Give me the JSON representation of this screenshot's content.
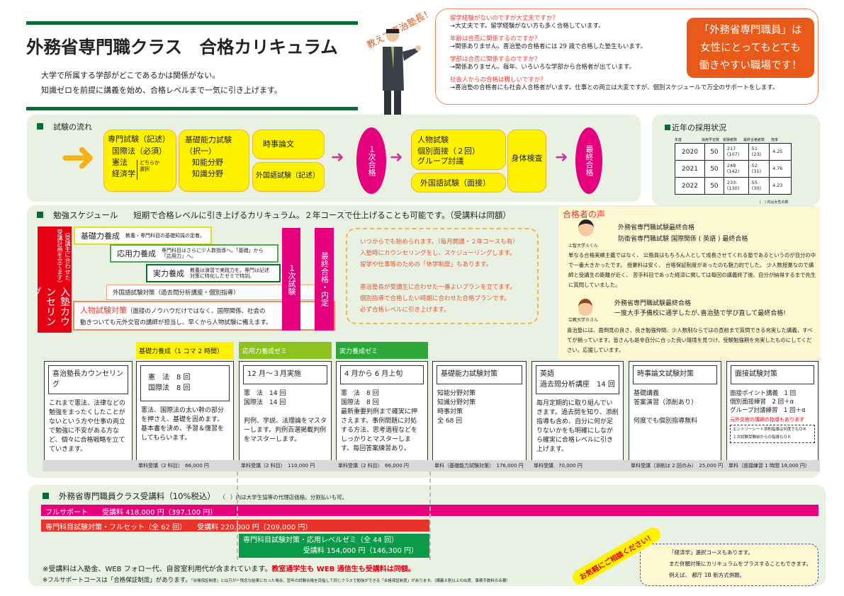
{
  "header": {
    "title": "外務省専門職クラス　合格カリキュラム",
    "lines": [
      "大学で所属する学部がどこであるかは関係がない。",
      "知識ゼロを前提に講義を始め、合格レベルまで一気に引き上げます。"
    ],
    "callout": "教えて喜治塾長！"
  },
  "faq": [
    {
      "q": "留学経験がないのですが大丈夫ですか？",
      "a": "→大丈夫です。留学経験がない方も多く合格しています。"
    },
    {
      "q": "年齢は合否に関係するのですか？",
      "a": "→関係ありません。喜治塾の合格者には 29 歳で合格した塾生もいます。"
    },
    {
      "q": "学部は合否に関係するのですか？",
      "a": "→関係ありません。毎年、いろいろな学部から合格者が出ています。"
    },
    {
      "q": "社会人からの合格は難しいですか？",
      "a": "→喜治塾の合格者にも社会人合格者がいます。仕事との両立は大変ですが、個別スケジュールで万全のサポートをします。"
    }
  ],
  "promo": [
    "「外務省専門職員」は",
    "女性にとってもとても",
    "働きやすい職場です！"
  ],
  "flow": {
    "title": "試験の流れ",
    "senmon": {
      "title": "専門試験（記述）",
      "l1": "国際法（必須）",
      "l2": "憲法",
      "l3": "経済学",
      "choice1": "どちらか",
      "choice2": "選択"
    },
    "kiso": {
      "title": "基礎能力試験",
      "sub": "（択一）",
      "l1": "知能分野",
      "l2": "知識分野"
    },
    "jiji": "時事論文",
    "gaikoku1": "外国語試験（記述）",
    "first_pass": "１次合格",
    "jinbutsu": {
      "title": "人物試験",
      "l1": "個別面接（２回）",
      "l2": "グループ討議"
    },
    "gaikoku2": "外国語試験（面接）",
    "shintai": "身体検査",
    "final_pass": "最終合格"
  },
  "recruit": {
    "title": "近年の採用状況",
    "headers": [
      "年度",
      "採用予定数",
      "受験者数",
      "最終合格者数",
      "倍率"
    ],
    "rows": [
      [
        "2020",
        "50",
        "217",
        "(107)",
        "51",
        "(23)",
        "4.25"
      ],
      [
        "2021",
        "50",
        "248",
        "(142)",
        "52",
        "(31)",
        "4.76"
      ],
      [
        "2022",
        "50",
        "233",
        "(130)",
        "55",
        "(30)",
        "4.23"
      ]
    ],
    "note": "(　) 内は女性の数"
  },
  "schedule": {
    "title": "勉強スケジュール",
    "subtitle": "短期で合格レベルに引き上げるカリキュラム。２年コースで仕上げることも可能です。（受講料は同額）",
    "counsel": "入塾カウンセリング",
    "counsel_sub": "（受講生に合わせた受講計画を立てます）",
    "kiso": "基礎力養成",
    "kiso_d": "教養・専門科目の基礎知識の定着。",
    "oyo": "応用力養成",
    "oyo_d": "専門科目はさらに少人数指導へ。「基礎」から「応用力」へ。",
    "jitsu": "実力養成",
    "jitsu_d": "教養は演習で実践力を。専門は記述対策に特化したゼミで特訓。",
    "gaikoku": "外国語試験対策（過去問分析講座・個別指導）",
    "jinbutsu": "人物試験対策",
    "jinbutsu_d1": "（面接のノウハウだけではなく、国際関係、社会の",
    "jinbutsu_d2": "動きついても元外交官の講師が担当し、早くから人物試験に備えます。",
    "first": "１次試験",
    "final": "最終合格・内定",
    "note": [
      "いつからでも始められます。（毎月開講・２年コースも有）",
      "入塾時にカウンセリングをし、スケジューリングします。",
      "留学や仕事等のための「休学制度」もあります。",
      "",
      "喜治塾長が受講生に合わせた一番よいプランを立てます。",
      "個別指導で合格したい時期に合わせた合格プランです。",
      "必ず合格レベルに引き上げます。"
    ]
  },
  "voices": {
    "title": "合格者の声",
    "v1": {
      "name": "上智大学Ｓくん",
      "r1": "外務省専門職試験最終合格",
      "r2": "防衛省専門職試験 国際関係 ( 英語 ) 最終合格",
      "text": "単なる合格実績主義ではなく、 公務員はもちろん人として成長させてくれる塾であるというのが自分の中で一番大きかったです。 授業料は安く、 合格保証制度があったのも魅力的でした。 少人数授業なので講師と受講生の距離が近く、 苦手科目であった経済に関しては毎回の講義終了後、自分が納得するまで先生に質問していました。"
    },
    "v2": {
      "name": "立教大学Ｒさん",
      "r1": "外務省専門職試験最終合格",
      "r2": "一度大手予備校に通学したが､喜治塾で学び直して最終合格!",
      "text": "喜治塾には、面倒見の良さ、良き勉強仲間、少人数制ならではの直前まで質問できる充実した講義、すべてが揃っています。皆さんも是非自分に合った良い環境を見つけ、受験勉強期を充実したものにしてください。応援しています。"
    }
  },
  "courses": {
    "band1": "基礎力養成（1 コマ 2 時間）",
    "band2": "応用力養成ゼミ",
    "band3": "実力養成ゼミ",
    "items": [
      {
        "head": "喜治塾長カウンセリング",
        "body": "これまで憲法、法律などの勉強をまったくしたことがないという方や仕事の両立で勉強に不安がある方など、個々に合格戦略を立てていきます。",
        "price": ""
      },
      {
        "head": "憲　法　8 回\n国際法　8 回",
        "body": "憲法、国際法の太い幹の部分を押さえ、基礎を固めます。基本書を決め、予習＆復習をしてもらいます。",
        "price": "単科受講（2 科目）　66,000 円"
      },
      {
        "head": "12 月～３月実施",
        "body": "憲　法　14 回\n国際法　14 回\n\n判例、学説、法理論をマスターします。判例百選掲載判例をマスターします。",
        "price": "単科受講（2 科目）　110,000 円"
      },
      {
        "head": "4 月から 6 月上旬",
        "body": "憲　法　8 回\n国際法　8 回\n最新重要判例まで確実に押さえます。事例問題に対処する方法、思考過程などをしっかりとマスターします。毎回答案練習あり。",
        "price": "単科受講（2 科目）　66,000 円"
      },
      {
        "head": "基礎能力試験対策",
        "body": "知能分野対策\n知識分野対策\n時事対策\n全 68 回",
        "price": "単科（基礎能力試験対策）　176,000 円"
      },
      {
        "head": "英語\n過去問分析講座　14 回",
        "body": "毎月定期的に取り組んでいきます。過去問を知り、添削指導も含め、自分に何が足りないかをも明確にしながら確実に合格レベルに引き上げます。",
        "price": "単科受講　70,000 円"
      },
      {
        "head": "時事論文試験対策",
        "body": "基礎講義\n答案演習（添削あり）\n\n何度でも個別指導無料",
        "price": "単科受講（添削は 2 回のみ）　25,000 円"
      },
      {
        "head": "面接試験対策",
        "body": "面接ポイント講義　1 回\n個別面接練習　2 回＋α\nグループ討議練習　1 回＋α",
        "price": "単科（面接練習 1 時間 18,000 円）",
        "red": "元外交官の講師の指導もあります",
        "dash1": "エントリーシート添削指導は何度でもＯＫ",
        "dash2": "１次試験受験前からの指導もＯＫ"
      }
    ]
  },
  "fees": {
    "title": "外務省専門職員クラス受講料（10%税込）",
    "paren_note": "（　）内は大学生協等の代理店価格。分割払いも可。",
    "full": "フルサポート　　受講料 418,000 円（397,100 円）",
    "senmon": "専門科目試験対策・フルセット（全 62 回）　　受講料 220,000 円（209,000 円）",
    "oyo1": "専門科目試験対策・応用レベルゼミ（全 44 回）",
    "oyo2": "受講料 154,000 円（146,300 円）",
    "note1": "※受講料は入塾金、WEB フォロー代、自習室利用代が含まれています。",
    "note1_red": "教室通学生も WEB 通信生も受講料は同額。",
    "note2": "※フルサポートコースは「合格保証制度」があります。",
    "note2_small": "「合格保証制度」とは万が一残念な結果になった場合、翌年の試験合格を目指して同じクラスで勉強ができる「合格保証制度」があります。（講義８割以上の出席、事務手数料のみ要）",
    "consult": "お気軽にご相談ください！",
    "extra": [
      "「経済学」選択コースもあります。",
      "また併願対策にカリキュラムをプラスすることもできます。",
      "例えば、 都庁 1B 新方式併願。"
    ]
  },
  "colors": {
    "green": "#0a6b35",
    "pink": "#e6007e",
    "red": "#e8332a",
    "yellow": "#fff200",
    "orange": "#e8591a"
  }
}
